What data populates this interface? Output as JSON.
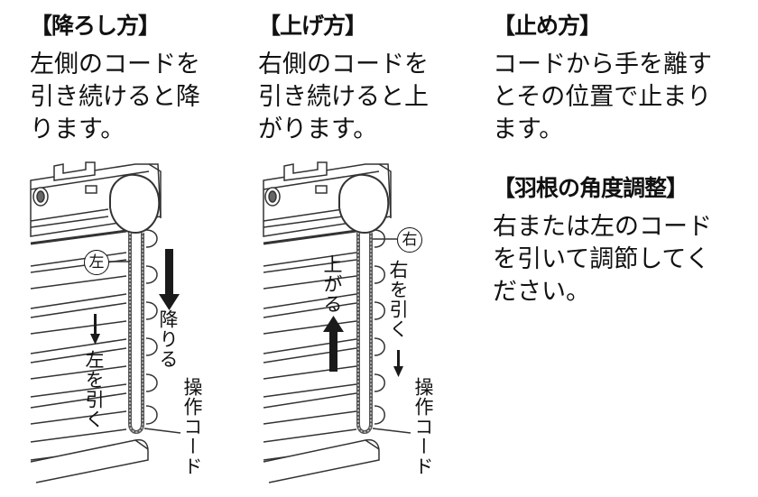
{
  "sections": {
    "lower": {
      "heading": "【降ろし方】",
      "body": "左側のコードを\n引き続けると降\nります。",
      "diagram": {
        "cord_tag": "左",
        "arrow_label": "降りる",
        "pull_label": "左を引く",
        "cord_name": "操作コード"
      }
    },
    "raise": {
      "heading": "【上げ方】",
      "body": "右側のコードを\n引き続けると上\nがります。",
      "diagram": {
        "cord_tag": "右",
        "arrow_label": "上がる",
        "pull_label": "右を引く",
        "cord_name": "操作コード"
      }
    },
    "stop": {
      "heading": "【止め方】",
      "body": "コードから手を離す\nとその位置で止まり\nます。"
    },
    "angle": {
      "heading": "【羽根の角度調整】",
      "body": "右または左のコード\nを引いて調節してく\nださい。"
    }
  },
  "colors": {
    "text": "#111111",
    "line": "#333333",
    "arrow": "#1a1a1a",
    "background": "#ffffff"
  }
}
